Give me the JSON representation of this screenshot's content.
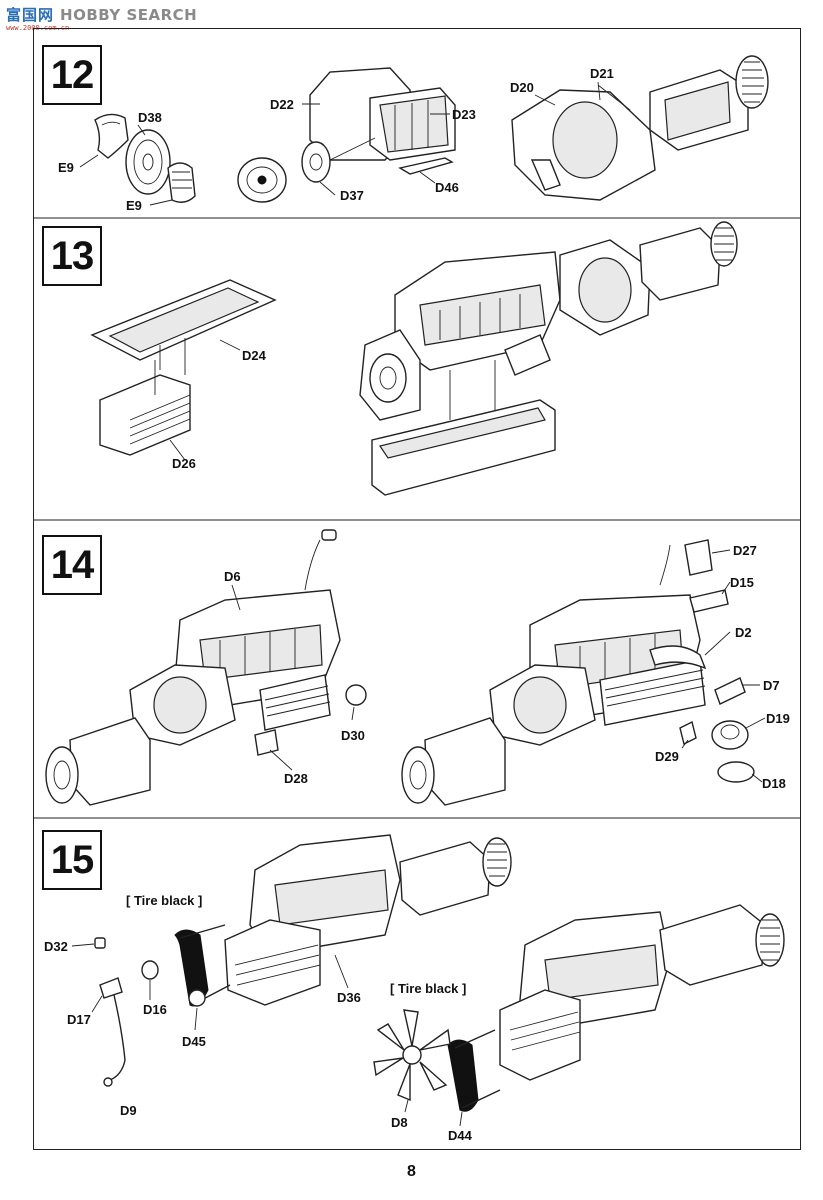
{
  "header": {
    "logo_cn": "富国网",
    "logo_en": "HOBBY SEARCH",
    "logo_url": "www.2000.com.cn"
  },
  "steps": [
    "12",
    "13",
    "14",
    "15"
  ],
  "step12": {
    "labels": [
      "D22",
      "D23",
      "D38",
      "E9",
      "E9",
      "D37",
      "D46",
      "D20",
      "D21"
    ]
  },
  "step13": {
    "labels": [
      "D24",
      "D26"
    ]
  },
  "step14": {
    "labels": [
      "D6",
      "D30",
      "D28",
      "D27",
      "D15",
      "D2",
      "D7",
      "D19",
      "D29",
      "D18"
    ]
  },
  "step15": {
    "notes": [
      "[ Tire black ]",
      "[ Tire black ]"
    ],
    "labels": [
      "D32",
      "D16",
      "D17",
      "D45",
      "D36",
      "D9",
      "D8",
      "D44"
    ]
  },
  "page_number": "8"
}
